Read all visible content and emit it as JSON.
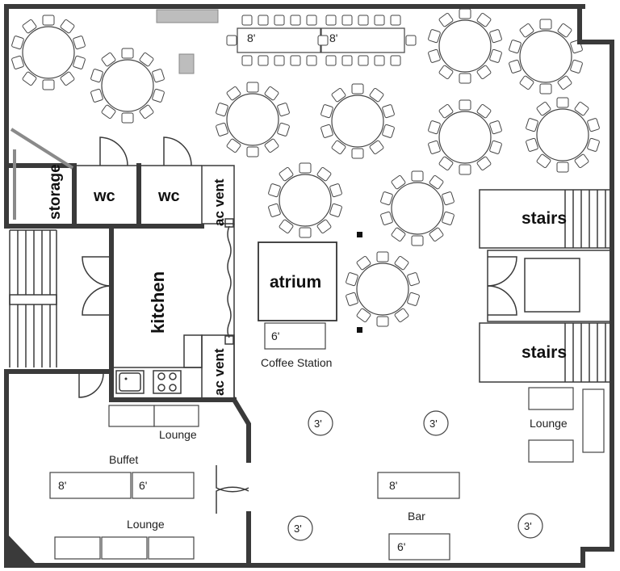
{
  "rooms": {
    "storage": "storage",
    "wc_left": "wc",
    "wc_right": "wc",
    "ac_vent_top": "ac vent",
    "ac_vent_bottom": "ac vent",
    "kitchen": "kitchen",
    "atrium": "atrium",
    "stairs_top": "stairs",
    "stairs_bottom": "stairs"
  },
  "labels": {
    "coffee_station": "Coffee Station",
    "lounge_left_top": "Lounge",
    "buffet": "Buffet",
    "lounge_left_bottom": "Lounge",
    "lounge_right": "Lounge",
    "bar": "Bar"
  },
  "tables": {
    "top_long_1": "8'",
    "top_long_2": "8'",
    "coffee": "6'",
    "buffet_8": "8'",
    "buffet_6": "6'",
    "bar_8": "8'",
    "bar_6": "6'",
    "cocktail_1": "3'",
    "cocktail_2": "3'",
    "cocktail_3": "3'",
    "cocktail_4": "3'"
  },
  "colors": {
    "wall": "#3a3a3a",
    "background": "#ffffff",
    "fixture_gray": "#bdbdbd"
  }
}
